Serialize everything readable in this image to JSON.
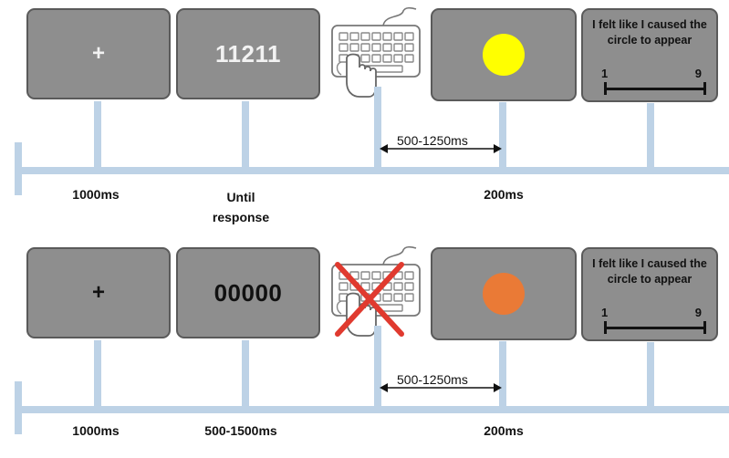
{
  "trials": [
    {
      "id": "action",
      "fixation": "+",
      "digits": "11211",
      "stimulus_text_color": "#f2f2f2",
      "keypress": true,
      "interval": "500-1250ms",
      "circle_color": "#ffff00",
      "rating": {
        "statement": "I felt like I caused the circle to appear",
        "min": "1",
        "max": "9"
      },
      "durations": {
        "fixation": "1000ms",
        "digits": "Until response",
        "circle": "200ms"
      }
    },
    {
      "id": "no-action",
      "fixation": "+",
      "digits": "00000",
      "stimulus_text_color": "#111111",
      "keypress": false,
      "interval": "500-1250ms",
      "circle_color": "#ea7a36",
      "rating": {
        "statement": "I felt like I caused the circle to appear",
        "min": "1",
        "max": "9"
      },
      "durations": {
        "fixation": "1000ms",
        "digits": "500-1500ms",
        "circle": "200ms"
      }
    }
  ],
  "colors": {
    "screen": "#8e8e8e",
    "timeline": "#bdd2e6",
    "cross": "#e03a2f"
  }
}
